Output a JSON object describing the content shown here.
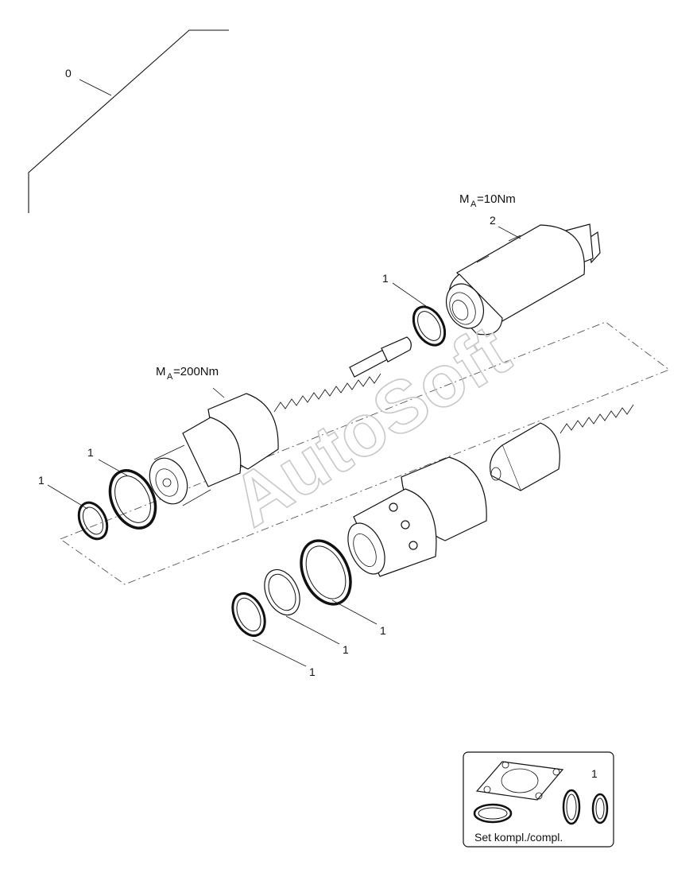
{
  "callouts": {
    "assembly": "0",
    "sensor": "2",
    "ring_sensor": "1",
    "ring_left_outer": "1",
    "ring_left_inner": "1",
    "ring_low_1": "1",
    "ring_low_2": "1",
    "ring_low_3": "1",
    "kit": "1"
  },
  "torque": {
    "sensor": {
      "prefix": "M",
      "sub": "A",
      "value": "=10Nm"
    },
    "valve": {
      "prefix": "M",
      "sub": "A",
      "value": "=200Nm"
    }
  },
  "kit_box": {
    "caption": "Set kompl./compl."
  },
  "watermark": "AutoSoft"
}
